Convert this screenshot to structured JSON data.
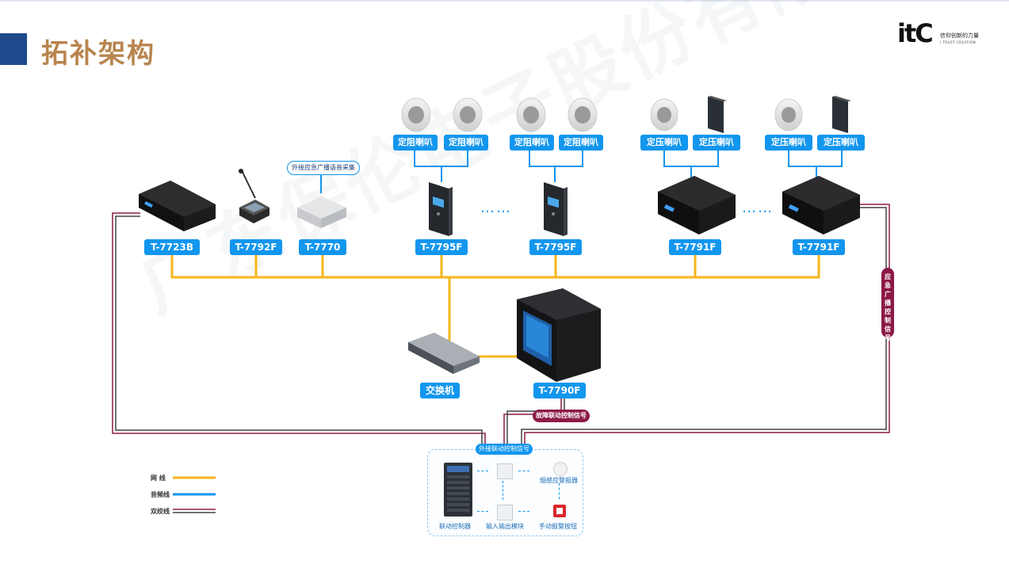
{
  "page": {
    "title": "拓补架构",
    "watermark": "广东保伦电子股份有限公司"
  },
  "logo": {
    "mark_text": "itC",
    "slogan": "信仰创新的力量",
    "sub": "I TRUST CREATION"
  },
  "devices": {
    "t7723b": "T-7723B",
    "t7792f": "T-7792F",
    "t7770": "T-7770",
    "t7795f_1": "T-7795F",
    "t7795f_2": "T-7795F",
    "t7791f_1": "T-7791F",
    "t7791f_2": "T-7791F",
    "switch": "交换机",
    "t7790f": "T-7790F"
  },
  "speakers": [
    "定阻喇叭",
    "定阻喇叭",
    "定阻喇叭",
    "定阻喇叭",
    "定压喇叭",
    "定压喇叭",
    "定压喇叭",
    "定压喇叭"
  ],
  "annotations": {
    "external_emergency": "外接应急广播语音采集",
    "emergency_control": "应急广播控制信号",
    "fault_linkage": "故障联动控制信号",
    "external_linkage": "外接联动控制信号",
    "ellipsis": "……"
  },
  "fire_system": {
    "controller": "联动控制器",
    "io_module": "输入输出模块",
    "smoke_alarm": "烟感应警报器",
    "manual_button": "手动报警按钮"
  },
  "legend": [
    {
      "label": "网 线",
      "color": "#f7b51b"
    },
    {
      "label": "音频线",
      "color": "#1296ee"
    },
    {
      "label": "双绞线",
      "color": "#8c1a48"
    }
  ],
  "colors": {
    "network": "#f7b51b",
    "audio": "#1296ee",
    "twisted": "#8c1a48",
    "title": "#b8854f",
    "accent": "#1e4a8c"
  }
}
